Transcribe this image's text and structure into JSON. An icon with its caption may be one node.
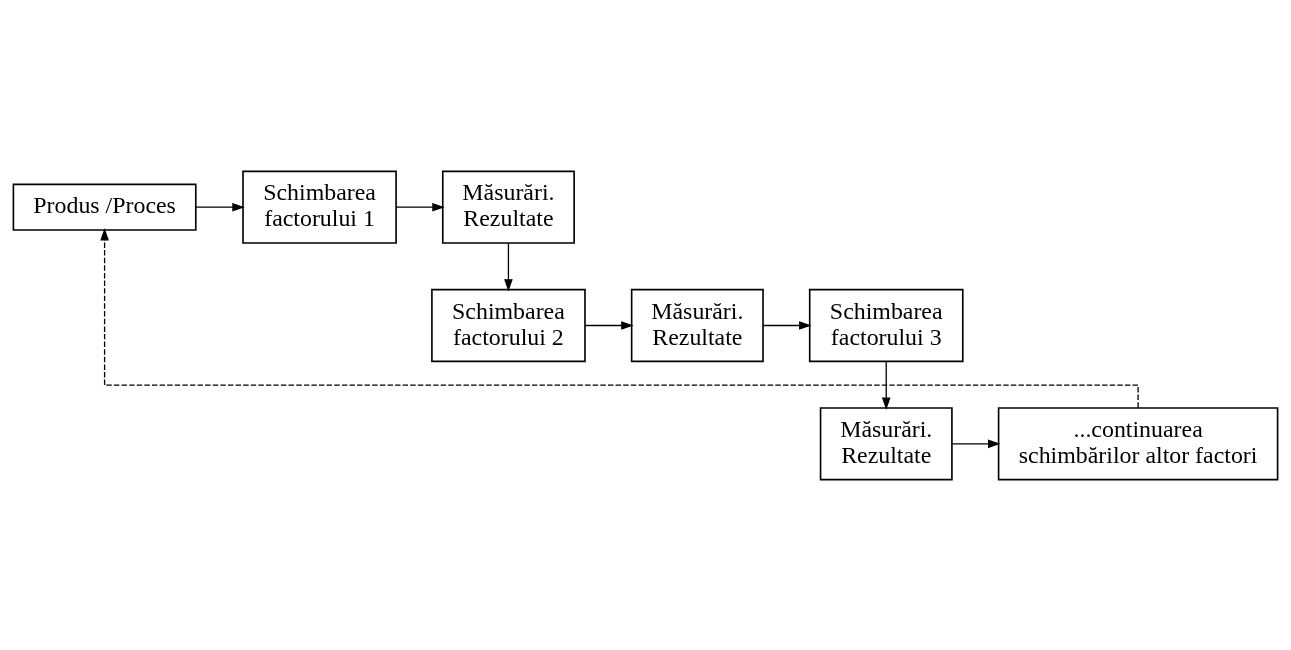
{
  "diagram": {
    "nodes": [
      {
        "text": [
          "Produs /Proces"
        ]
      },
      {
        "text": [
          "Schimbarea factorului 1"
        ]
      },
      {
        "text": [
          "Măsurări. Rezultate"
        ]
      },
      {
        "text": [
          "Schimbarea factorului 2"
        ]
      },
      {
        "text": [
          "Măsurări. Rezultate"
        ]
      },
      {
        "text": [
          "Schimbarea factorului 3"
        ]
      },
      {
        "text": [
          "Măsurări. Rezultate"
        ]
      },
      {
        "text": [
          "...continuarea schimbărilor altor factori"
        ]
      }
    ],
    "edges": [
      {
        "from": 0,
        "to": 1,
        "arrow": "to"
      },
      {
        "from": 1,
        "to": 2,
        "arrow": "to"
      },
      {
        "from": 2,
        "to": 3,
        "arrow": "to"
      },
      {
        "from": 3,
        "to": 4,
        "arrow": "to"
      },
      {
        "from": 4,
        "to": 5,
        "arrow": "to"
      },
      {
        "from": 5,
        "to": 6,
        "arrow": "to"
      },
      {
        "from": 6,
        "to": 7,
        "arrow": "to"
      },
      {
        "from": 7,
        "to": 0,
        "arrow": "to",
        "style": "dashed"
      }
    ]
  }
}
